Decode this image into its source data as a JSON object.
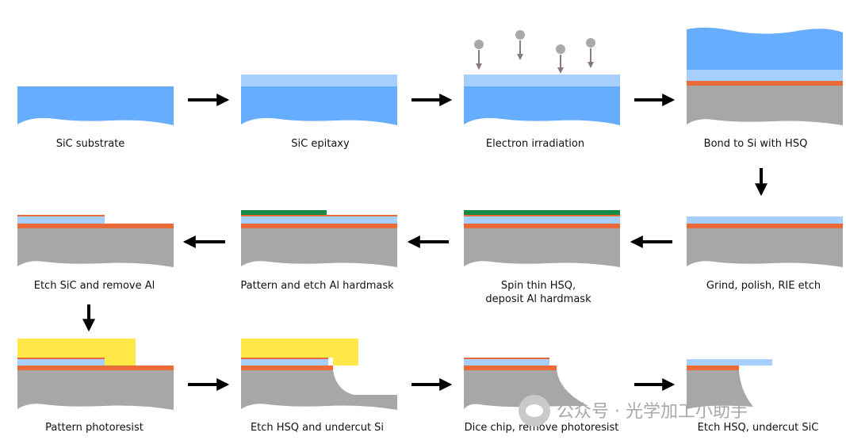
{
  "colors": {
    "sic": "#66adfd",
    "epitaxy": "#a6cffd",
    "hsq": "#ea6a38",
    "si": "#a7a7a7",
    "al": "#178a46",
    "photoresist": "#ffe848",
    "electron": "#a9a9a9",
    "electron_arrow": "#8a7a7e",
    "arrow": "#000000"
  },
  "steps": [
    {
      "label": "SiC substrate"
    },
    {
      "label": "SiC epitaxy"
    },
    {
      "label": "Electron irradiation"
    },
    {
      "label": "Bond to Si with HSQ"
    },
    {
      "label": "Grind, polish, RIE etch"
    },
    {
      "label": "Spin thin HSQ,",
      "label2": "deposit Al hardmask"
    },
    {
      "label": "Pattern and etch Al hardmask"
    },
    {
      "label": "Etch SiC and remove Al"
    },
    {
      "label": "Pattern photoresist"
    },
    {
      "label": "Etch HSQ and undercut Si"
    },
    {
      "label": "Dice chip, remove photoresist"
    },
    {
      "label": "Etch HSQ, undercut SiC"
    }
  ],
  "watermark": "公众号 · 光学加工小助手"
}
